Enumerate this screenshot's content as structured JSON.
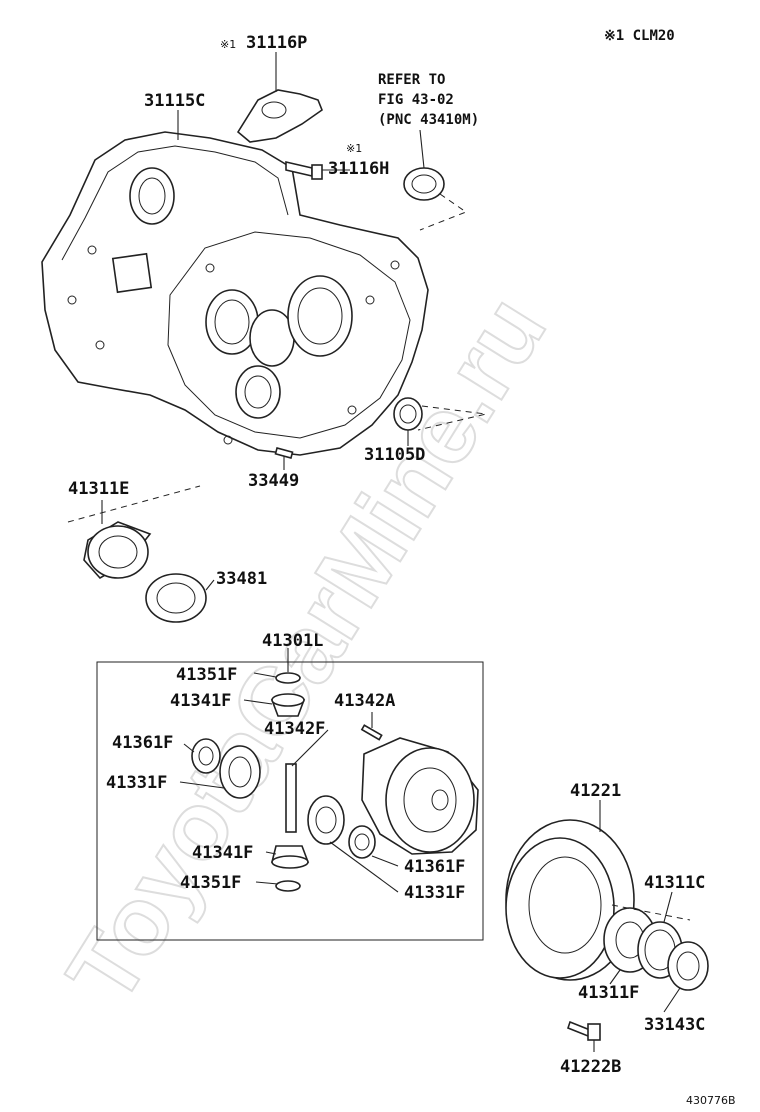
{
  "note_code": "※1 CLM20",
  "figure_id": "430776B",
  "watermark": "ToyotaCarMine.ru",
  "reference": {
    "line1": "REFER TO",
    "line2": "FIG 43-02",
    "line3": "(PNC 43410M)"
  },
  "parts": {
    "p31116P": {
      "mark": "※1",
      "number": "31116P"
    },
    "p31115C": {
      "number": "31115C"
    },
    "p31116H": {
      "mark": "※1",
      "number": "31116H"
    },
    "p31105D": {
      "number": "31105D"
    },
    "p33449": {
      "number": "33449"
    },
    "p41311E": {
      "number": "41311E"
    },
    "p33481": {
      "number": "33481"
    },
    "p41301L": {
      "number": "41301L"
    },
    "p41351F_top": {
      "number": "41351F"
    },
    "p41341F_top": {
      "number": "41341F"
    },
    "p41342A": {
      "number": "41342A"
    },
    "p41342F": {
      "number": "41342F"
    },
    "p41361F_left": {
      "number": "41361F"
    },
    "p41331F_left": {
      "number": "41331F"
    },
    "p41341F_bottom": {
      "number": "41341F"
    },
    "p41351F_bottom": {
      "number": "41351F"
    },
    "p41361F_right": {
      "number": "41361F"
    },
    "p41331F_right": {
      "number": "41331F"
    },
    "p41221": {
      "number": "41221"
    },
    "p41311C": {
      "number": "41311C"
    },
    "p41311F": {
      "number": "41311F"
    },
    "p33143C": {
      "number": "33143C"
    },
    "p41222B": {
      "number": "41222B"
    }
  }
}
